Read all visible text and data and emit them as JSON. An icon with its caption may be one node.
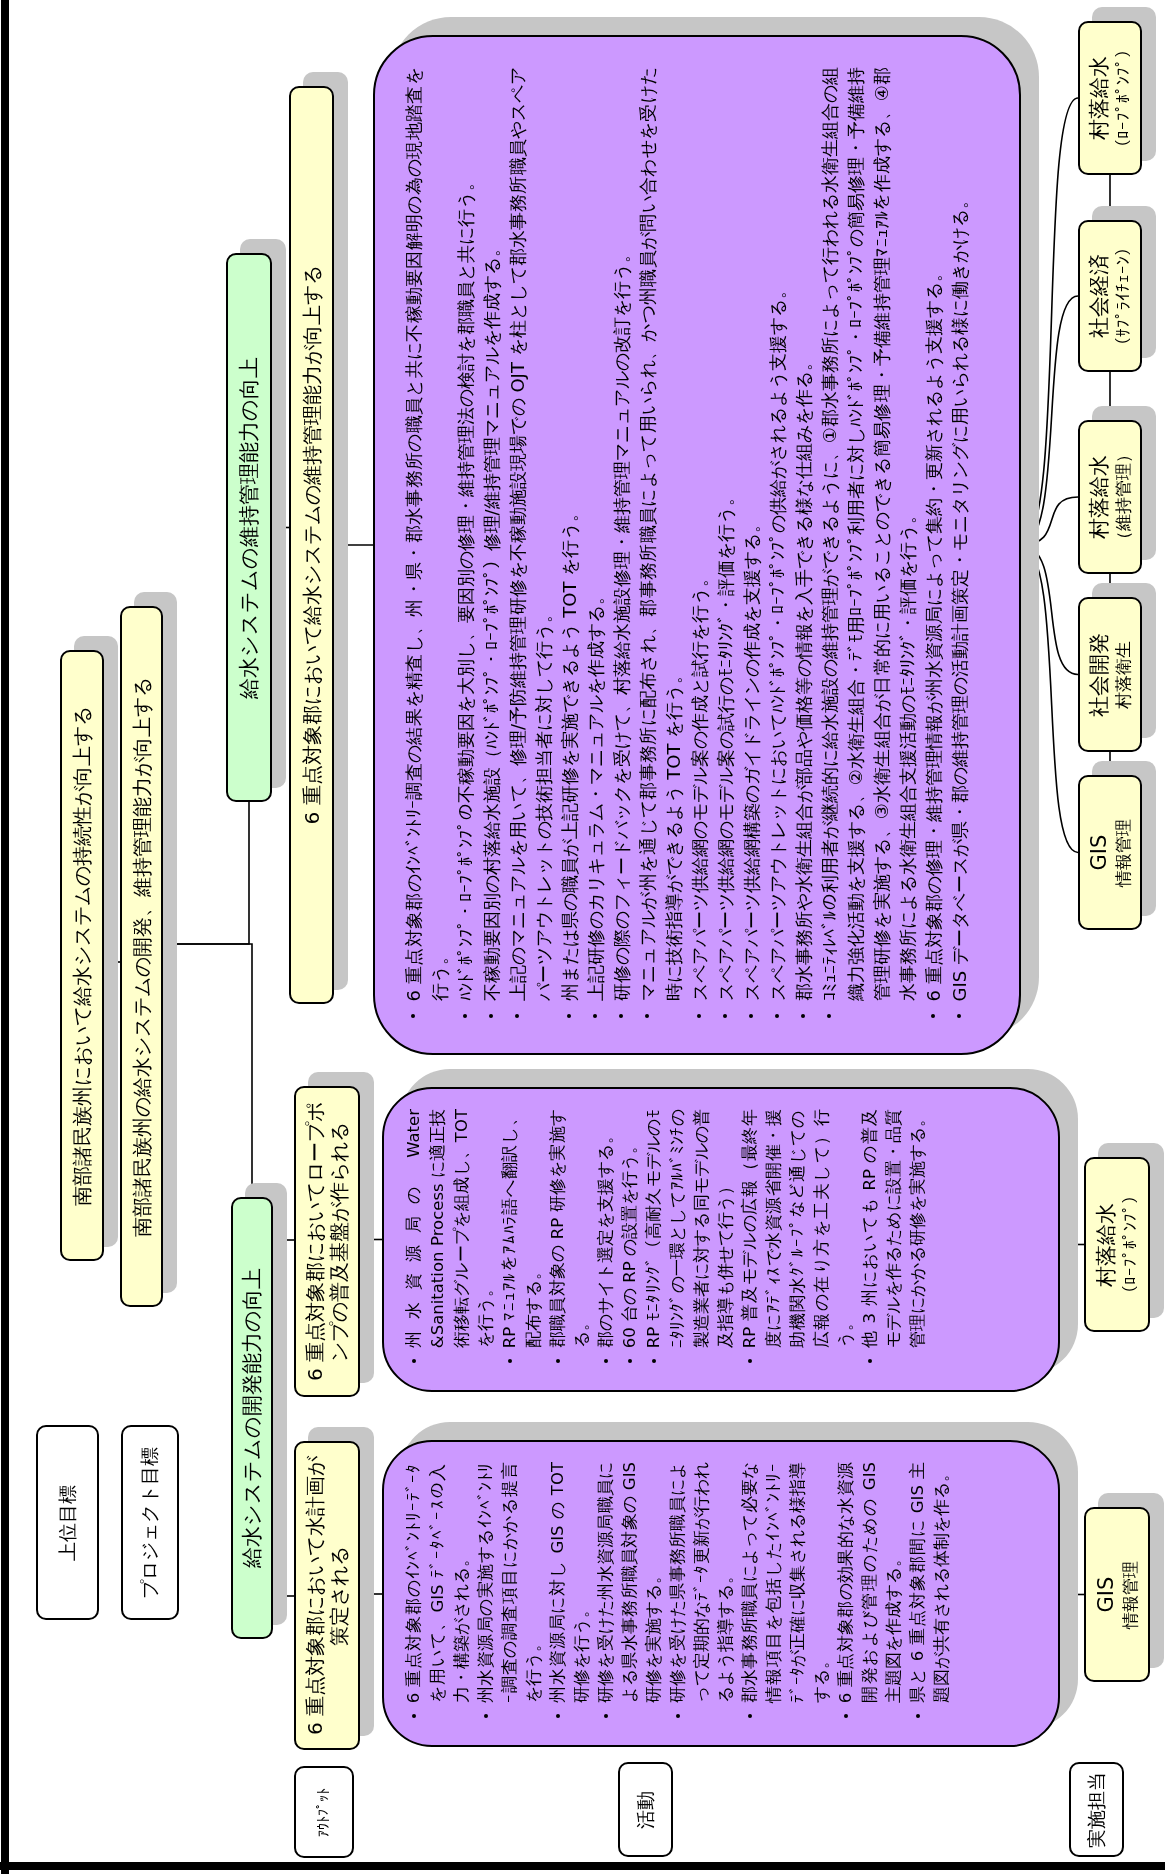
{
  "diagram": {
    "nodes": [
      {
        "text": [
          "上位目標"
        ]
      },
      {
        "text": [
          "南部諸民族州において給水システムの持続性が向上する"
        ]
      },
      {
        "text": [
          "プロジェクト目標"
        ]
      },
      {
        "text": [
          "南部諸民族州の給水システムの開発、維持管理能力が向上する"
        ]
      },
      {
        "text": [
          "給水システムの開発能力の向上"
        ]
      },
      {
        "text": [
          "給水システムの維持管理能力の向上"
        ]
      },
      {
        "text": [
          "ｱｳﾄﾌﾟｯﾄ"
        ]
      },
      {
        "text": [
          "6 重点対象郡において水計画が策定される"
        ]
      },
      {
        "text": [
          "6 重点対象郡においてロープポンプの普及基盤が作られる"
        ]
      },
      {
        "text": [
          "6 重点対象郡において給水システムの維持管理能力が向上する"
        ]
      },
      {
        "text": [
          "活動"
        ]
      },
      {
        "text": [
          "6 重点対象郡のｲﾝﾍﾞﾝﾄﾘｰﾃﾞｰﾀを用いて、GIS ﾃﾞｰﾀﾍﾞｰｽの入力・構築がされる。",
          "州水資源局の実施するｲﾝﾍﾞﾝﾄﾘｰ調査の調査項目にかかる提言を行う。",
          "州水資源局に対し GIS の TOT 研修を行う。",
          "研修を受けた州水資源局職員による県水事務所職員対象の GIS 研修を実施する。",
          "研修を受けた県事務所職員によって定期的なﾃﾞｰﾀ更新が行われるよう指導する。",
          "郡水事務所職員によって必要な情報項目を包括したｲﾝﾍﾞﾝﾄﾘｰﾃﾞｰﾀが正確に収集される様指導する。",
          "6 重点対象郡の効果的な水資源開発および管理のための GIS 主題図を作成する。",
          "県と 6 重点対象郡間に GIS 主題図が共有される体制を作る。"
        ]
      },
      {
        "text": [
          "州水資源局の Water &Sanitation Process に適正技術移転グループを組成し、TOT を行う。",
          "RP ﾏﾆｭｱﾙをｱﾑﾊﾗ語へ翻訳し、配布する。",
          "郡職員対象の RP 研修を実施する。",
          "郡のサイト選定を支援する。",
          "60 台の RP の設置を行う。",
          "RP ﾓﾆﾀﾘﾝｸﾞ（高耐久モデルのﾓﾆﾀﾘﾝｸﾞの一環としてｱﾙﾊﾞﾐﾝﾁの製造業者に対する同モデルの普及指導も併せて行う）",
          "RP 普及モデルの広報（最終年度にｱﾃﾞｨｽで水資源省開催・援助機関水ｸﾞﾙｰﾌﾟなど通じての広報の在り方を工夫して）行う。",
          "他 3 州においても RP の普及モデルを作るために設置・品質管理にかかる研修を実施する。"
        ]
      },
      {
        "text": [
          "6 重点対象郡のｲﾝﾍﾞﾝﾄﾘｰ調査の結果を精査し、州・県・郡水事務所の職員と共に不稼動要因解明の為の現地踏査を行う。",
          "ﾊﾝﾄﾞﾎﾟﾝﾌﾟ・ﾛｰﾌﾟﾎﾟﾝﾌﾟの不稼動要因を大別し、要因別の修理・維持管理法の検討を郡職員と共に行う。",
          "不稼動要因別の村落給水施設（ﾊﾝﾄﾞﾎﾟﾝﾌﾟ・ﾛｰﾌﾟﾎﾟﾝﾌﾟ）修理/維持管理マニュアルを作成する。",
          "上記のマニュアルを用いて、修理/予防維持管理研修を不稼動施設現場での OJT を柱として郡水事務所職員やスペアパーツアウトレットの技術担当者に対して行う。",
          "州または県の職員が上記研修を実施できるよう TOT を行う。",
          "上記研修のカリキュラム・マニュアルを作成する。",
          "研修の際のフィードバックを受けて、村落給水施設修理・維持管理マニュアルの改訂を行う。",
          "マニュアルが州を通じて郡事務所に配布され、郡事務所職員によって用いられ、かつ州職員が問い合わせを受けた時に技術指導ができるよう TOT を行う。",
          "スペアパーツ供給網のモデル案の作成と試行を行う。",
          "スペアパーツ供給網のモデル案の試行のﾓﾆﾀﾘﾝｸﾞ・評価を行う。",
          "スペアパーツ供給網構築のガイドラインの作成を支援する。",
          "スペアパーツアウトレットにおいてﾊﾝﾄﾞﾎﾟﾝﾌﾟ・ﾛｰﾌﾟﾎﾟﾝﾌﾟの供給がされるよう支援する。",
          "郡水事務所や水衛生組合が部品や価格等の情報を入手できる様な仕組みを作る。",
          "ｺﾐｭﾆﾃｨﾚﾍﾞﾙの利用者が継続的に給水施設の維持管理ができるように、①郡水事務所によって行われる水衛生組合の組織力強化活動を支援する、②水衛生組合・ﾃﾞﾓ用ﾛｰﾌﾟﾎﾟﾝﾌﾟ利用者に対しﾊﾝﾄﾞﾎﾟﾝﾌﾟ・ﾛｰﾌﾟﾎﾟﾝﾌﾟの簡易修理・予備維持管理研修を実施する、③水衛生組合が日常的に用いることのできる簡易修理・予備維持管理ﾏﾆｭｱﾙを作成する、④郡水事務所による水衛生組合支援活動のﾓﾆﾀﾘﾝｸﾞ・評価を行う。",
          "6 重点対象郡の修理・維持管理情報が州水資源局によって集約・更新されるよう支援する。",
          "GIS データベースが県・郡の維持管理の活動計画策定・モニタリングに用いられる様に働きかける。"
        ]
      },
      {
        "text": [
          "実施担当"
        ]
      },
      {
        "text": [
          "GIS",
          "情報管理"
        ]
      },
      {
        "text": [
          "村落給水",
          "（ﾛｰﾌﾟﾎﾟﾝﾌﾟ）"
        ]
      },
      {
        "text": [
          "GIS",
          "情報管理"
        ]
      },
      {
        "text": [
          "社会開発",
          "村落衛生"
        ]
      },
      {
        "text": [
          "村落給水",
          "（維持管理）"
        ]
      },
      {
        "text": [
          "社会経済",
          "（ｻﾌﾟﾗｲﾁｪｰﾝ）"
        ]
      },
      {
        "text": [
          "村落給水",
          "（ﾛｰﾌﾟﾎﾟﾝﾌﾟ）"
        ]
      }
    ],
    "edges": [
      {
        "from": 1,
        "to": 3,
        "arrow": "none"
      },
      {
        "from": 3,
        "to": 5,
        "arrow": "none"
      },
      {
        "from": 3,
        "to": 4,
        "arrow": "none"
      },
      {
        "from": 5,
        "to": 9,
        "arrow": "none"
      },
      {
        "from": 9,
        "to": 13,
        "arrow": "none"
      },
      {
        "from": 4,
        "to": 8,
        "arrow": "none"
      },
      {
        "from": 4,
        "to": 7,
        "arrow": "none"
      },
      {
        "from": 8,
        "to": 12,
        "arrow": "none"
      },
      {
        "from": 7,
        "to": 11,
        "arrow": "none"
      },
      {
        "from": 16,
        "to": 12,
        "arrow": "to"
      },
      {
        "from": 15,
        "to": 11,
        "arrow": "to"
      },
      {
        "from": 17,
        "to": 13,
        "arrow": "to"
      },
      {
        "from": 18,
        "to": 13,
        "arrow": "to"
      },
      {
        "from": 19,
        "to": 13,
        "arrow": "to"
      },
      {
        "from": 20,
        "to": 13,
        "arrow": "to"
      },
      {
        "from": 21,
        "to": 13,
        "arrow": "to"
      },
      {
        "from": 17,
        "to": 18,
        "arrow": "none"
      },
      {
        "from": 18,
        "to": 19,
        "arrow": "none"
      },
      {
        "from": 19,
        "to": 20,
        "arrow": "none"
      },
      {
        "from": 20,
        "to": 21,
        "arrow": "none"
      }
    ]
  }
}
